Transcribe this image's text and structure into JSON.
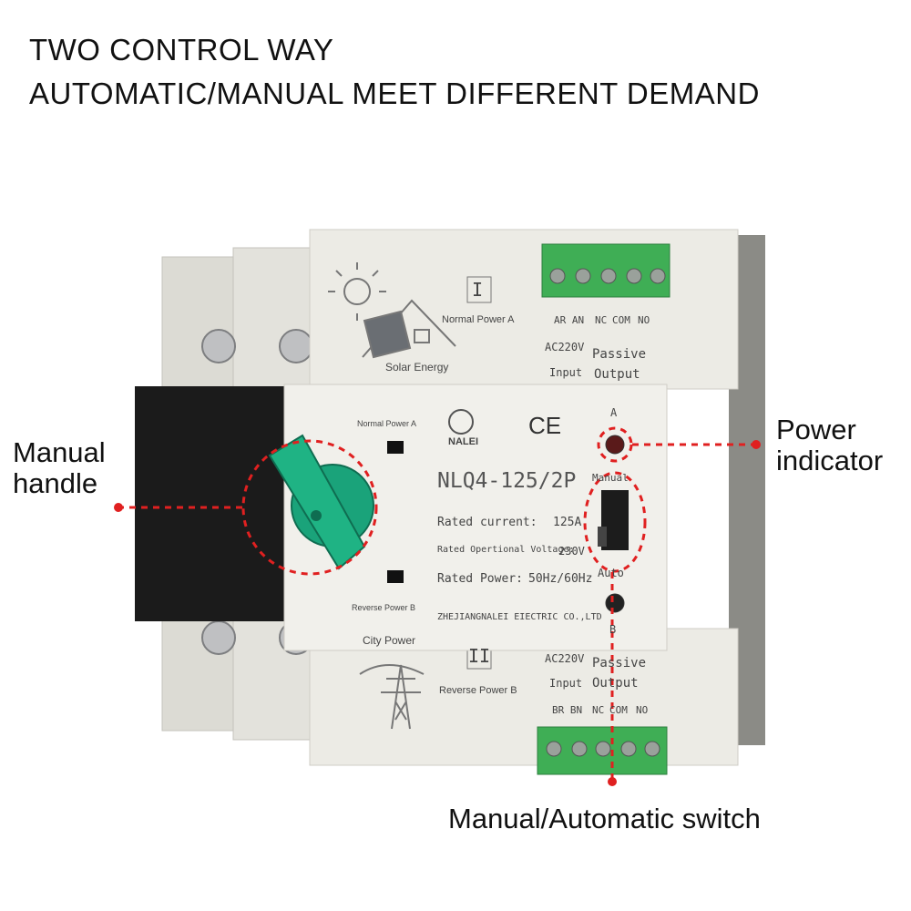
{
  "headline": {
    "line1": "TWO CONTROL WAY",
    "line2": "AUTOMATIC/MANUAL MEET DIFFERENT DEMAND"
  },
  "callouts": {
    "manual_handle": [
      "Manual",
      "handle"
    ],
    "power_indicator": [
      "Power",
      "indicator"
    ],
    "switch": "Manual/Automatic switch"
  },
  "device": {
    "top_module": {
      "roman": "I",
      "normal_power": "Normal Power A",
      "solar": "Solar Energy",
      "terminals": "AR AN",
      "nc": "NC",
      "com": "COM",
      "no": "NO",
      "ac": "AC220V",
      "input": "Input",
      "passive": "Passive",
      "output": "Output"
    },
    "front": {
      "normal_power": "Normal Power A",
      "reverse_power": "Reverse Power B",
      "brand": "NALEI",
      "ce": "CE",
      "indicator_a": "A",
      "indicator_b": "B",
      "manual": "Manual",
      "auto": "Auto",
      "model": "NLQ4-125/2P",
      "rated_current_label": "Rated current:",
      "rated_current_value": "125A",
      "voltage_label": "Rated Opertional Voltage:",
      "voltage_value": "230V",
      "power_label": "Rated Power:",
      "power_value": "50Hz/60Hz",
      "maker": "ZHEJIANGNALEI EIECTRIC CO.,LTD",
      "handle_label": "Normal Power A"
    },
    "bottom_module": {
      "roman": "II",
      "city": "City Power",
      "reverse_power": "Reverse Power B",
      "ac": "AC220V",
      "input": "Input",
      "passive": "Passive",
      "output": "Output",
      "terminals": "BR BN",
      "nc": "NC",
      "com": "COM",
      "no": "NO"
    }
  },
  "colors": {
    "callout_red": "#e02020",
    "handle_green": "#1aa37a",
    "terminal_green": "#3fae55",
    "body_grey": "#e9e8e2"
  }
}
